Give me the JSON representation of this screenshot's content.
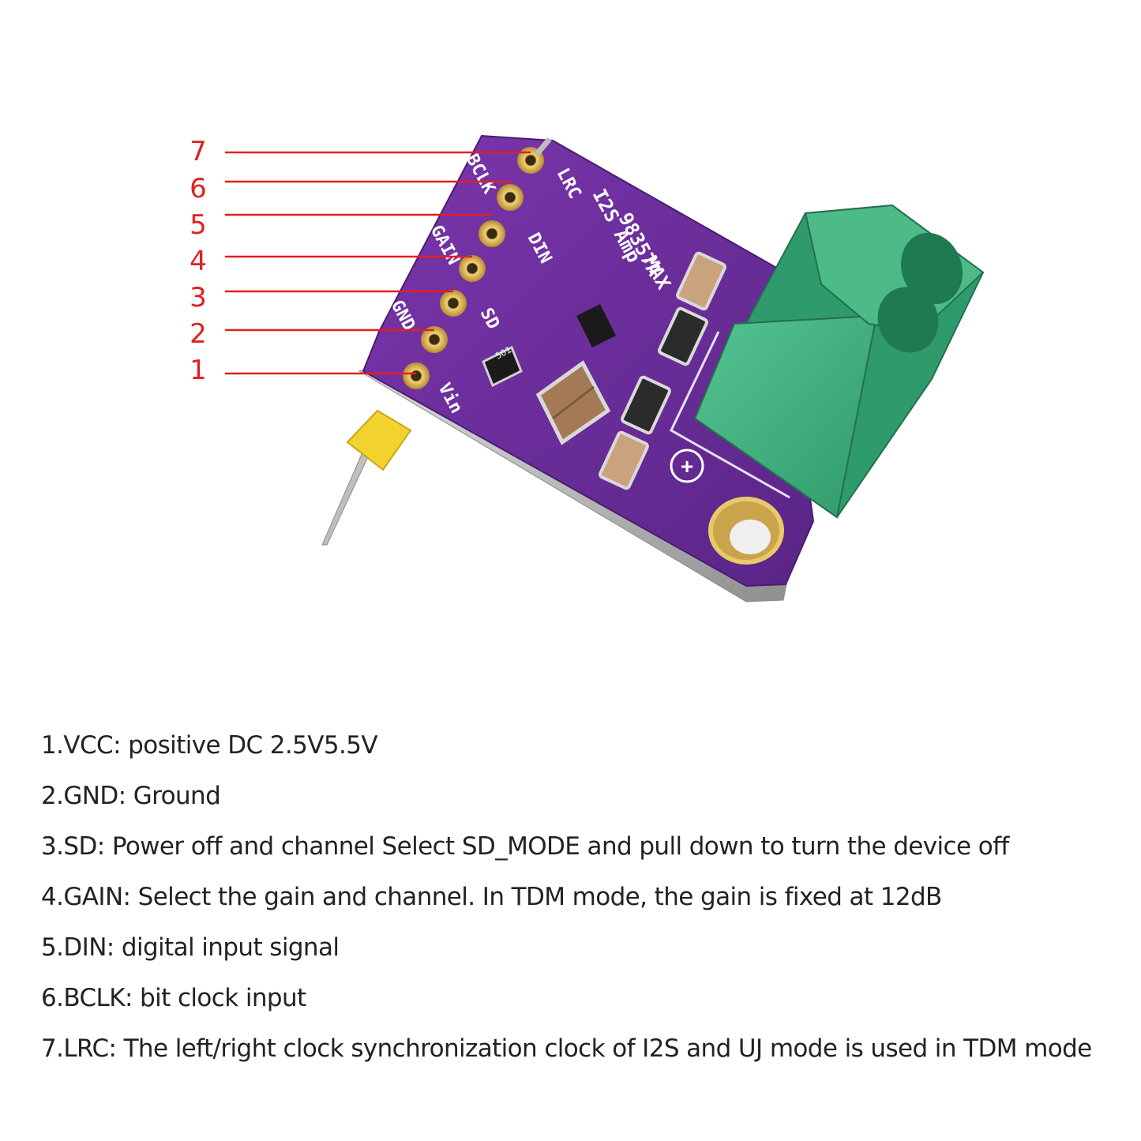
{
  "board": {
    "silk_chip": [
      "MAX",
      "98357A",
      "I2S Amp"
    ],
    "pin_labels": [
      "Vin",
      "GND",
      "SD",
      "GAIN",
      "DIN",
      "BCLK",
      "LRC"
    ],
    "plus_symbol": "+",
    "resistor_code": "501",
    "colors": {
      "pcb": "#6b2e9a",
      "terminal": "#3fae7f",
      "callout": "#e02020",
      "pad": "#d9b25a"
    }
  },
  "pin_numbers": [
    "7",
    "6",
    "5",
    "4",
    "3",
    "2",
    "1"
  ],
  "descriptions": [
    "1.VCC: positive DC 2.5V5.5V",
    "2.GND: Ground",
    "3.SD: Power off and channel Select SD_MODE and pull down to turn the device off",
    "4.GAIN: Select the gain and channel. In TDM mode, the gain is fixed at 12dB",
    "5.DIN: digital input signal",
    "6.BCLK: bit clock input",
    "7.LRC: The left/right clock synchronization clock of I2S and UJ mode is used in TDM mode"
  ]
}
